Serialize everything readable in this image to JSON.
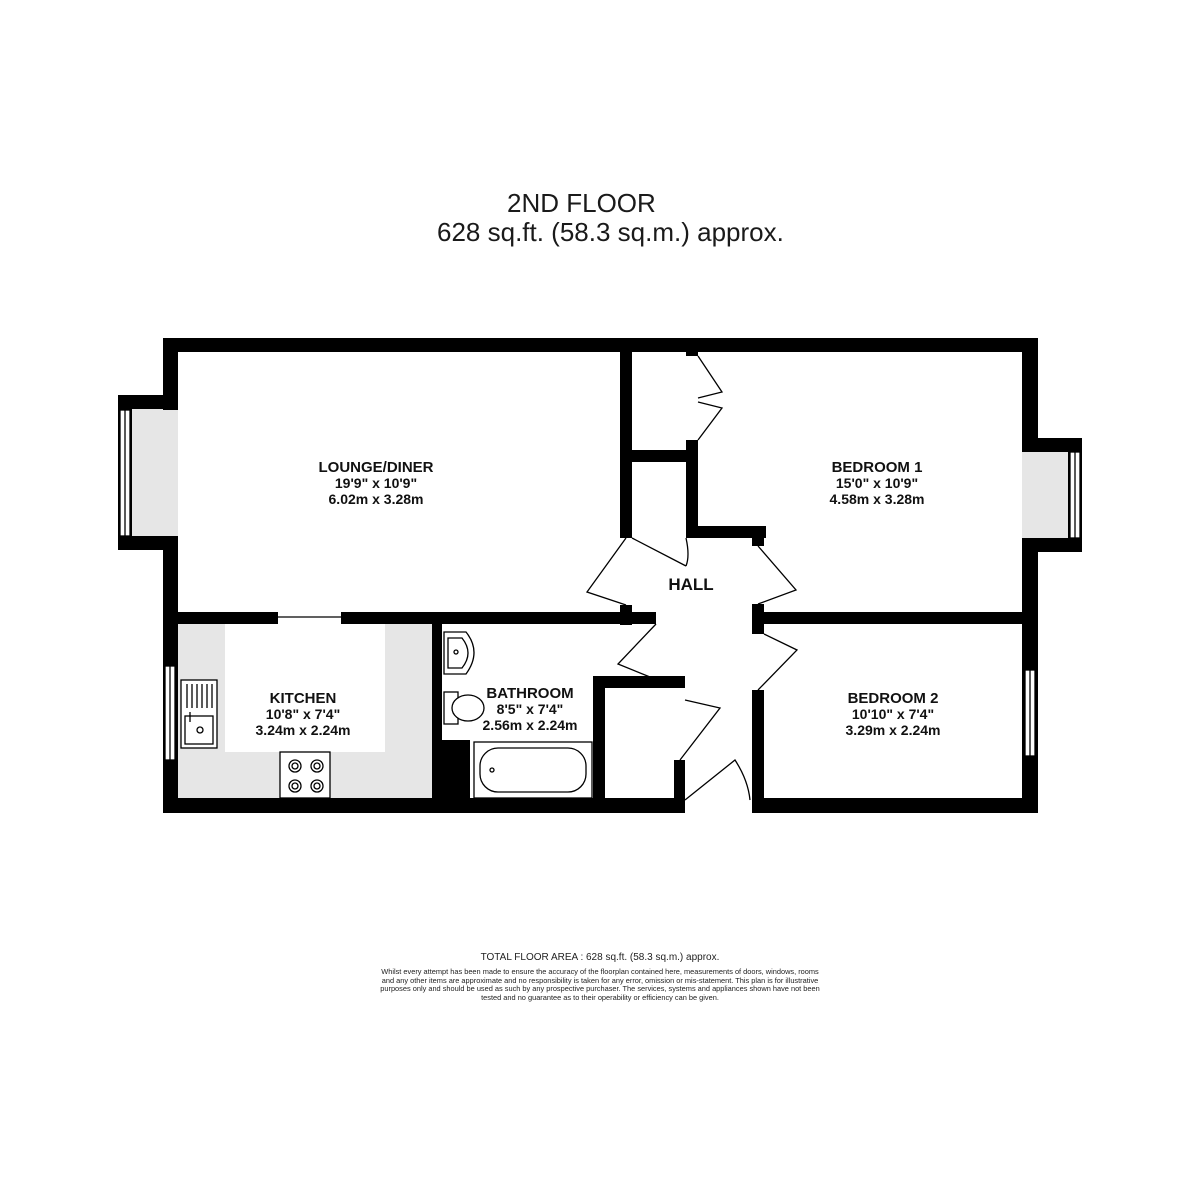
{
  "floor": {
    "title": "2ND FLOOR",
    "area": "628 sq.ft. (58.3 sq.m.) approx."
  },
  "rooms": {
    "lounge": {
      "name": "LOUNGE/DINER",
      "imperial": "19'9\"  x 10'9\"",
      "metric": "6.02m  x 3.28m"
    },
    "bedroom1": {
      "name": "BEDROOM 1",
      "imperial": "15'0\"  x 10'9\"",
      "metric": "4.58m  x 3.28m"
    },
    "hall": {
      "name": "HALL"
    },
    "kitchen": {
      "name": "KITCHEN",
      "imperial": "10'8\"  x 7'4\"",
      "metric": "3.24m  x 2.24m"
    },
    "bathroom": {
      "name": "BATHROOM",
      "imperial": "8'5\"  x 7'4\"",
      "metric": "2.56m  x 2.24m"
    },
    "bedroom2": {
      "name": "BEDROOM 2",
      "imperial": "10'10\"  x 7'4\"",
      "metric": "3.29m  x 2.24m"
    }
  },
  "footer": {
    "total": "TOTAL FLOOR AREA : 628 sq.ft. (58.3 sq.m.) approx.",
    "disclaimer": "Whilst every attempt has been made to ensure the accuracy of the floorplan contained here, measurements of doors, windows, rooms and any other items are approximate and no responsibility is taken for any error, omission or mis-statement. This plan is for illustrative purposes only and should be used as such by any prospective purchaser. The services, systems and appliances shown have not been tested and no guarantee as to their operability or efficiency can be given."
  },
  "colors": {
    "wall": "#000000",
    "fixture_area": "#e6e6e6",
    "background": "#ffffff"
  },
  "icons": [
    "sink-icon",
    "hob-icon",
    "basin-icon",
    "toilet-icon",
    "bath-icon",
    "door-swing-icon",
    "window-icon"
  ]
}
